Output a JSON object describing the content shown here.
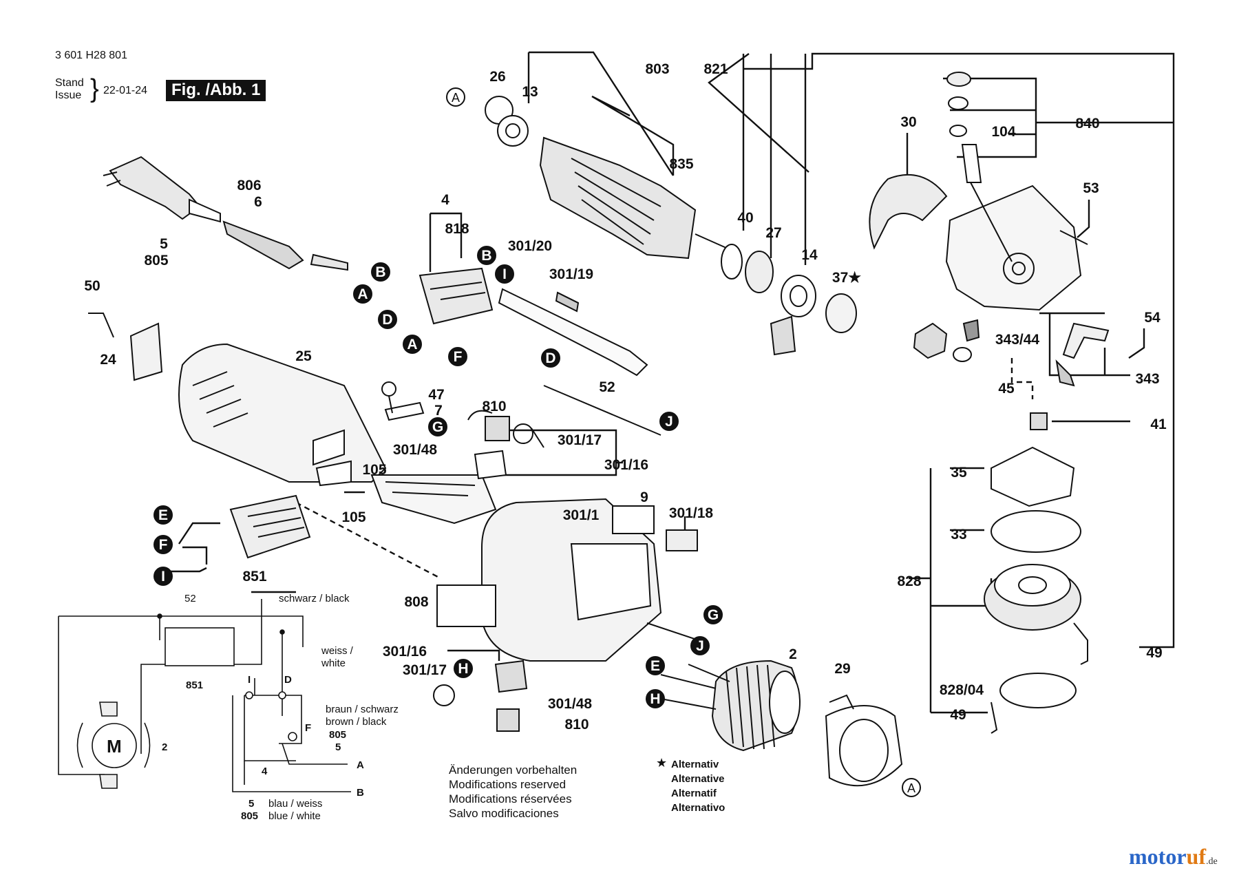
{
  "header": {
    "doc_number": "3 601 H28 801",
    "stand_label": "Stand",
    "issue_label": "Issue",
    "date": "22-01-24",
    "figure_label": "Fig. /Abb. 1"
  },
  "parts": [
    "26",
    "13",
    "803",
    "821",
    "30",
    "840",
    "104",
    "835",
    "806",
    "6",
    "5",
    "805",
    "4",
    "818",
    "301/20",
    "301/19",
    "40",
    "27",
    "14",
    "37★",
    "53",
    "50",
    "24",
    "25",
    "47",
    "7",
    "810",
    "52",
    "301/17",
    "301/48",
    "301/16",
    "105",
    "105",
    "54",
    "343/44",
    "343",
    "45",
    "41",
    "35",
    "33",
    "9",
    "301/1",
    "301/18",
    "851",
    "808",
    "301/16",
    "301/17",
    "301/48",
    "810",
    "2",
    "29",
    "828",
    "828/04",
    "49",
    "49"
  ],
  "connectors": [
    "A",
    "B",
    "A",
    "B",
    "I",
    "D",
    "A",
    "F",
    "D",
    "J",
    "G",
    "E",
    "F",
    "I",
    "H",
    "G",
    "J",
    "E",
    "H",
    "A"
  ],
  "schematic": {
    "wire_52": "52",
    "black": "schwarz / black",
    "white_de": "weiss /",
    "white_en": "white",
    "brown": "braun / schwarz",
    "brown_en": "brown / black",
    "blue_de": "blau / weiss",
    "blue_en": "blue / white",
    "unit": "851",
    "motor": "M",
    "brush": "2",
    "sw_i": "I",
    "sw_d": "D",
    "sw_f": "F",
    "sw_4": "4",
    "n805a": "805",
    "n5a": "5",
    "n5b": "5",
    "n805b": "805",
    "term_a": "A",
    "term_b": "B"
  },
  "notice": [
    "Änderungen vorbehalten",
    "Modifications reserved",
    "Modifications réservées",
    "Salvo modificaciones"
  ],
  "alternatives": [
    "Alternativ",
    "Alternative",
    "Alternatif",
    "Alternativo"
  ],
  "star": "★",
  "brand": {
    "main": "motor",
    "mark": "uf",
    "tld": ".de"
  }
}
